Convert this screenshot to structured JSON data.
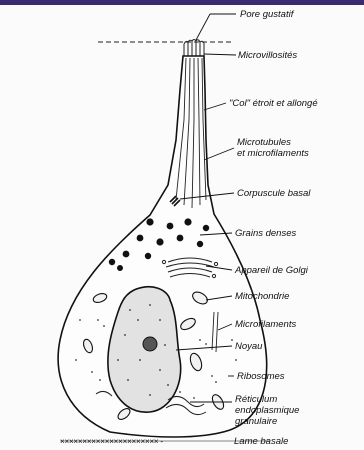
{
  "labels": {
    "pore_gustatif": "Pore gustatif",
    "microvillosites": "Microvillosités",
    "col_etroit": "\"Col\" étroit et allongé",
    "microtubules_1": "Microtubules",
    "microtubules_2": "et microfilaments",
    "corpuscule_basal": "Corpuscule basal",
    "grains_denses": "Grains denses",
    "appareil_golgi": "Appareil de Golgi",
    "mitochondrie": "Mitochondrie",
    "microfilaments": "Microfilaments",
    "noyau": "Noyau",
    "ribosomes": "Ribosomes",
    "reticulum_1": "Réticulum",
    "reticulum_2": "endoplasmique",
    "reticulum_3": "granulaire",
    "lame_basale": "Lame basale"
  },
  "basal_marks": "×××××××××××××××××××××× -"
}
